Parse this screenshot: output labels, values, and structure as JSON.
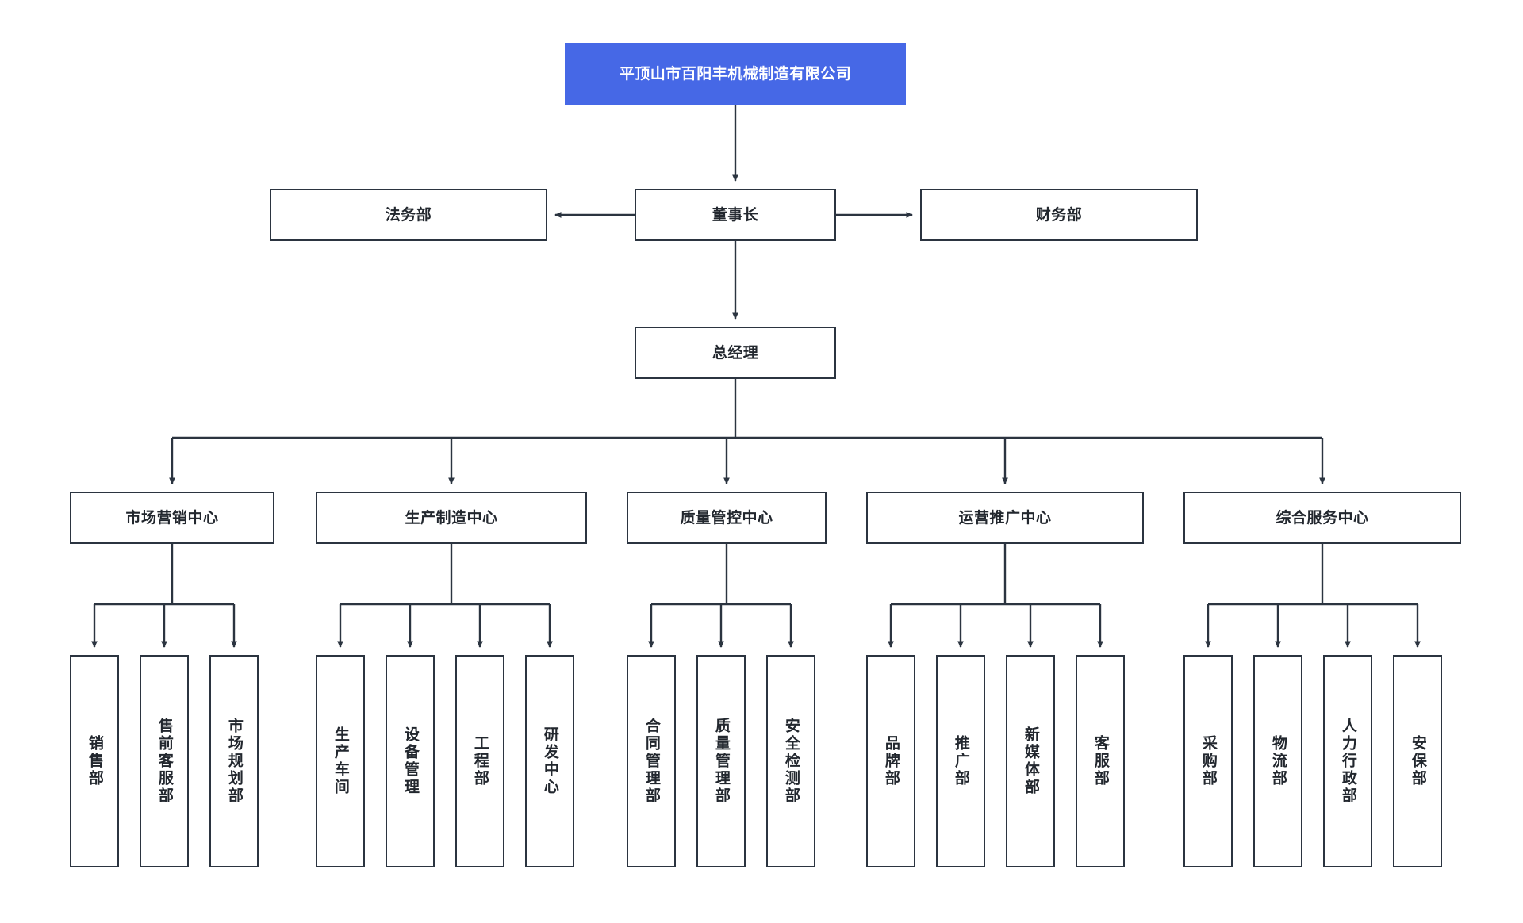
{
  "diagram": {
    "title": "平顶山市百阳丰机械制造有限公司",
    "type": "org-chart",
    "accent_color": "#4668e6",
    "line_color": "#2b3440",
    "text_color": "#22272e",
    "root": {
      "label": "平顶山市百阳丰机械制造有限公司"
    },
    "level2": {
      "center": "董事长",
      "left": "法务部",
      "right": "财务部"
    },
    "level3": {
      "label": "总经理"
    },
    "centers": [
      {
        "label": "市场营销中心",
        "children": [
          {
            "label": "销售部"
          },
          {
            "label": "售前客服部"
          },
          {
            "label": "市场规划部"
          }
        ]
      },
      {
        "label": "生产制造中心",
        "children": [
          {
            "label": "生产车间"
          },
          {
            "label": "设备管理"
          },
          {
            "label": "工程部"
          },
          {
            "label": "研发中心"
          }
        ]
      },
      {
        "label": "质量管控中心",
        "children": [
          {
            "label": "合同管理部"
          },
          {
            "label": "质量管理部"
          },
          {
            "label": "安全检测部"
          }
        ]
      },
      {
        "label": "运营推广中心",
        "children": [
          {
            "label": "品牌部"
          },
          {
            "label": "推广部"
          },
          {
            "label": "新媒体部"
          },
          {
            "label": "客服部"
          }
        ]
      },
      {
        "label": "综合服务中心",
        "children": [
          {
            "label": "采购部"
          },
          {
            "label": "物流部"
          },
          {
            "label": "人力行政部"
          },
          {
            "label": "安保部"
          }
        ]
      }
    ]
  }
}
